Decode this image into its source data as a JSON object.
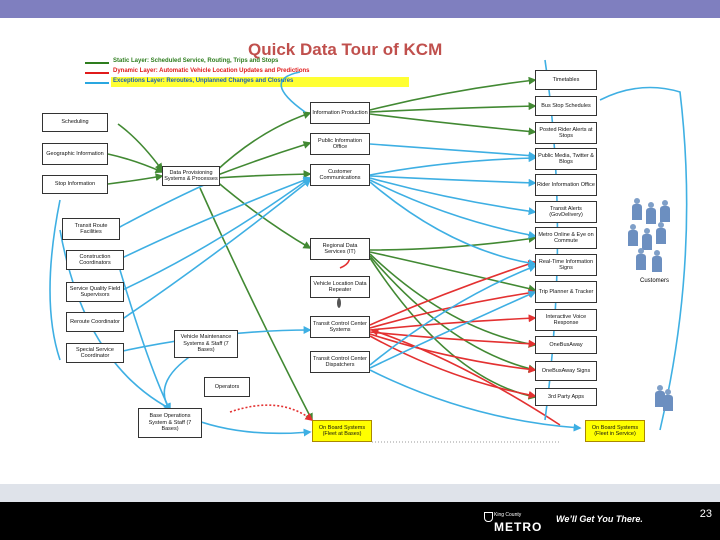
{
  "slide": {
    "title": "Quick Data Tour of KCM",
    "page_number": "23",
    "footer": {
      "logo_small": "King County",
      "logo_big": "METRO",
      "tagline": "We’ll Get You There."
    }
  },
  "legend": [
    {
      "label": "Static Layer: Scheduled Service, Routing, Trips and Stops",
      "color": "#2e7d1e"
    },
    {
      "label": "Dynamic Layer: Automatic Vehicle Location Updates and Predictions",
      "color": "#e01b1b"
    },
    {
      "label": "Exceptions Layer: Reroutes, Unplanned Changes and Closures",
      "color": "#2aa7e0"
    }
  ],
  "boxes": {
    "scheduling": "Scheduling",
    "geographic": "Geographic Information",
    "stop_info": "Stop Information",
    "transit_route": "Transit Route Facilities",
    "construction": "Construction Coordinators",
    "service_quality": "Service Quality Field Supervisors",
    "reroute": "Reroute Coordinator",
    "special_service": "Special Service Coordinator",
    "data_provisioning": "Data Provisioning Systems & Processes",
    "vehicle_maintenance": "Vehicle Maintenance Systems & Staff (7 Bases)",
    "operators": "Operators",
    "base_operations": "Base Operations System & Staff (7 Bases)",
    "info_production": "Information Production",
    "public_info": "Public Information Office",
    "customer_comm": "Customer Communications",
    "regional_data": "Regional Data Services (IT)",
    "vehicle_location": "Vehicle Location Data Repeater",
    "tcc_systems": "Transit Control Center Systems",
    "tcc_dispatchers": "Transit Control Center Dispatchers",
    "onboard_left": "On Board Systems (Fleet at Bases)",
    "onboard_right": "On Board Systems (Fleet in Service)",
    "timetables": "Timetables",
    "bus_stop_schedules": "Bus Stop Schedules",
    "posted_alerts": "Posted Rider Alerts at Stops",
    "public_media": "Public Media, Twitter & Blogs",
    "rider_info_office": "Rider Information Office",
    "transit_alerts": "Transit Alerts (GovDelivery)",
    "metro_online": "Metro Online & Eye on Commute",
    "realtime_signs": "Real-Time Information Signs",
    "trip_planner": "Trip Planner & Tracker",
    "ivr": "Interactive Voice Response",
    "onebusaway": "OneBusAway",
    "onebusaway_signs": "OneBusAway Signs",
    "third_party": "3rd Party Apps",
    "customers": "Customers"
  },
  "colors": {
    "static": "#2e7d1e",
    "dynamic": "#e01b1b",
    "exceptions": "#2aa7e0",
    "title": "#c0504d",
    "highlight": "#ffff33"
  }
}
